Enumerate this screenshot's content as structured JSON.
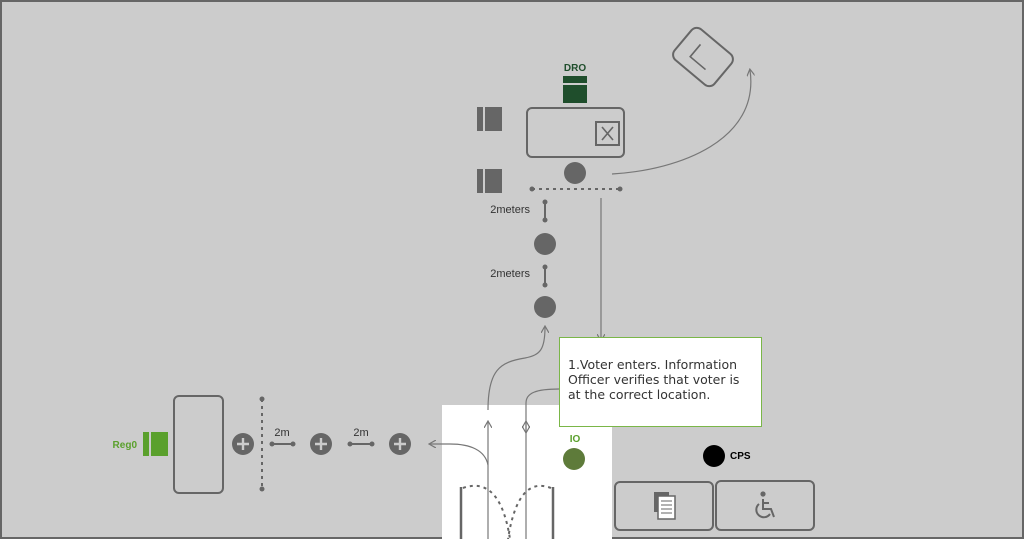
{
  "labels": {
    "dro": "DRO",
    "reg0": "Reg0",
    "io": "IO",
    "cps": "CPS",
    "distance_top": "2meters",
    "distance_mid": "2meters",
    "distance_left": "2m",
    "distance_right": "2m"
  },
  "callout": {
    "text": "1.Voter enters. Information Officer verifies that voter is at the correct location."
  },
  "icons": {
    "ballot_box_mark": "x-mark-icon",
    "counter_left": "document-stack-icon",
    "counter_right": "wheelchair-icon",
    "position_marker": "plus-circle-icon"
  },
  "colors": {
    "background": "#cccccc",
    "stroke": "#666666",
    "dro_green": "#1f4e2c",
    "reg_green": "#5aa02c",
    "io_green": "#5e7b3a",
    "callout_border": "#7ab648",
    "cps_black": "#000000",
    "entrance_white": "#ffffff"
  }
}
